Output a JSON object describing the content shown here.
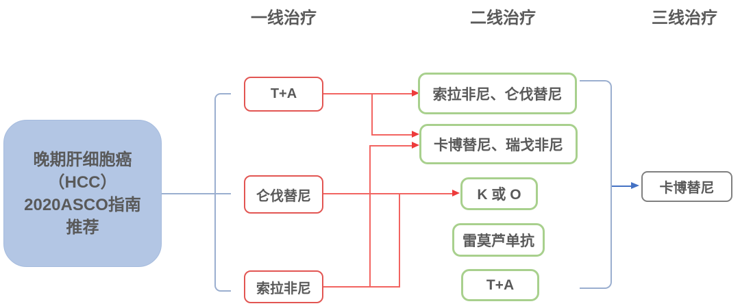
{
  "headers": {
    "first_line": "一线治疗",
    "second_line": "二线治疗",
    "third_line": "三线治疗"
  },
  "root_node": {
    "lines": [
      "晚期肝细胞癌",
      "（HCC）",
      "2020ASCO指南",
      "推荐"
    ]
  },
  "first_line_nodes": [
    {
      "label": "T+A"
    },
    {
      "label": "仑伐替尼"
    },
    {
      "label": "索拉非尼"
    }
  ],
  "second_line_nodes": [
    {
      "label": "索拉非尼、仑伐替尼"
    },
    {
      "label": "卡博替尼、瑞戈非尼"
    },
    {
      "label": "K 或 O"
    },
    {
      "label": "雷莫芦单抗"
    },
    {
      "label": "T+A"
    }
  ],
  "third_line_nodes": [
    {
      "label": "卡博替尼"
    }
  ],
  "palette": {
    "root_fill": "#B3C6E4",
    "red_box_border": "#E25552",
    "green_box_border": "#A8D08D",
    "gray_box_border": "#7F7F7F",
    "bracket_line": "#9AAECF",
    "blue_arrow": "#4472C4",
    "red_line": "#F26360",
    "red_arrowhead": "#ED3B3B",
    "text": "#595959"
  }
}
